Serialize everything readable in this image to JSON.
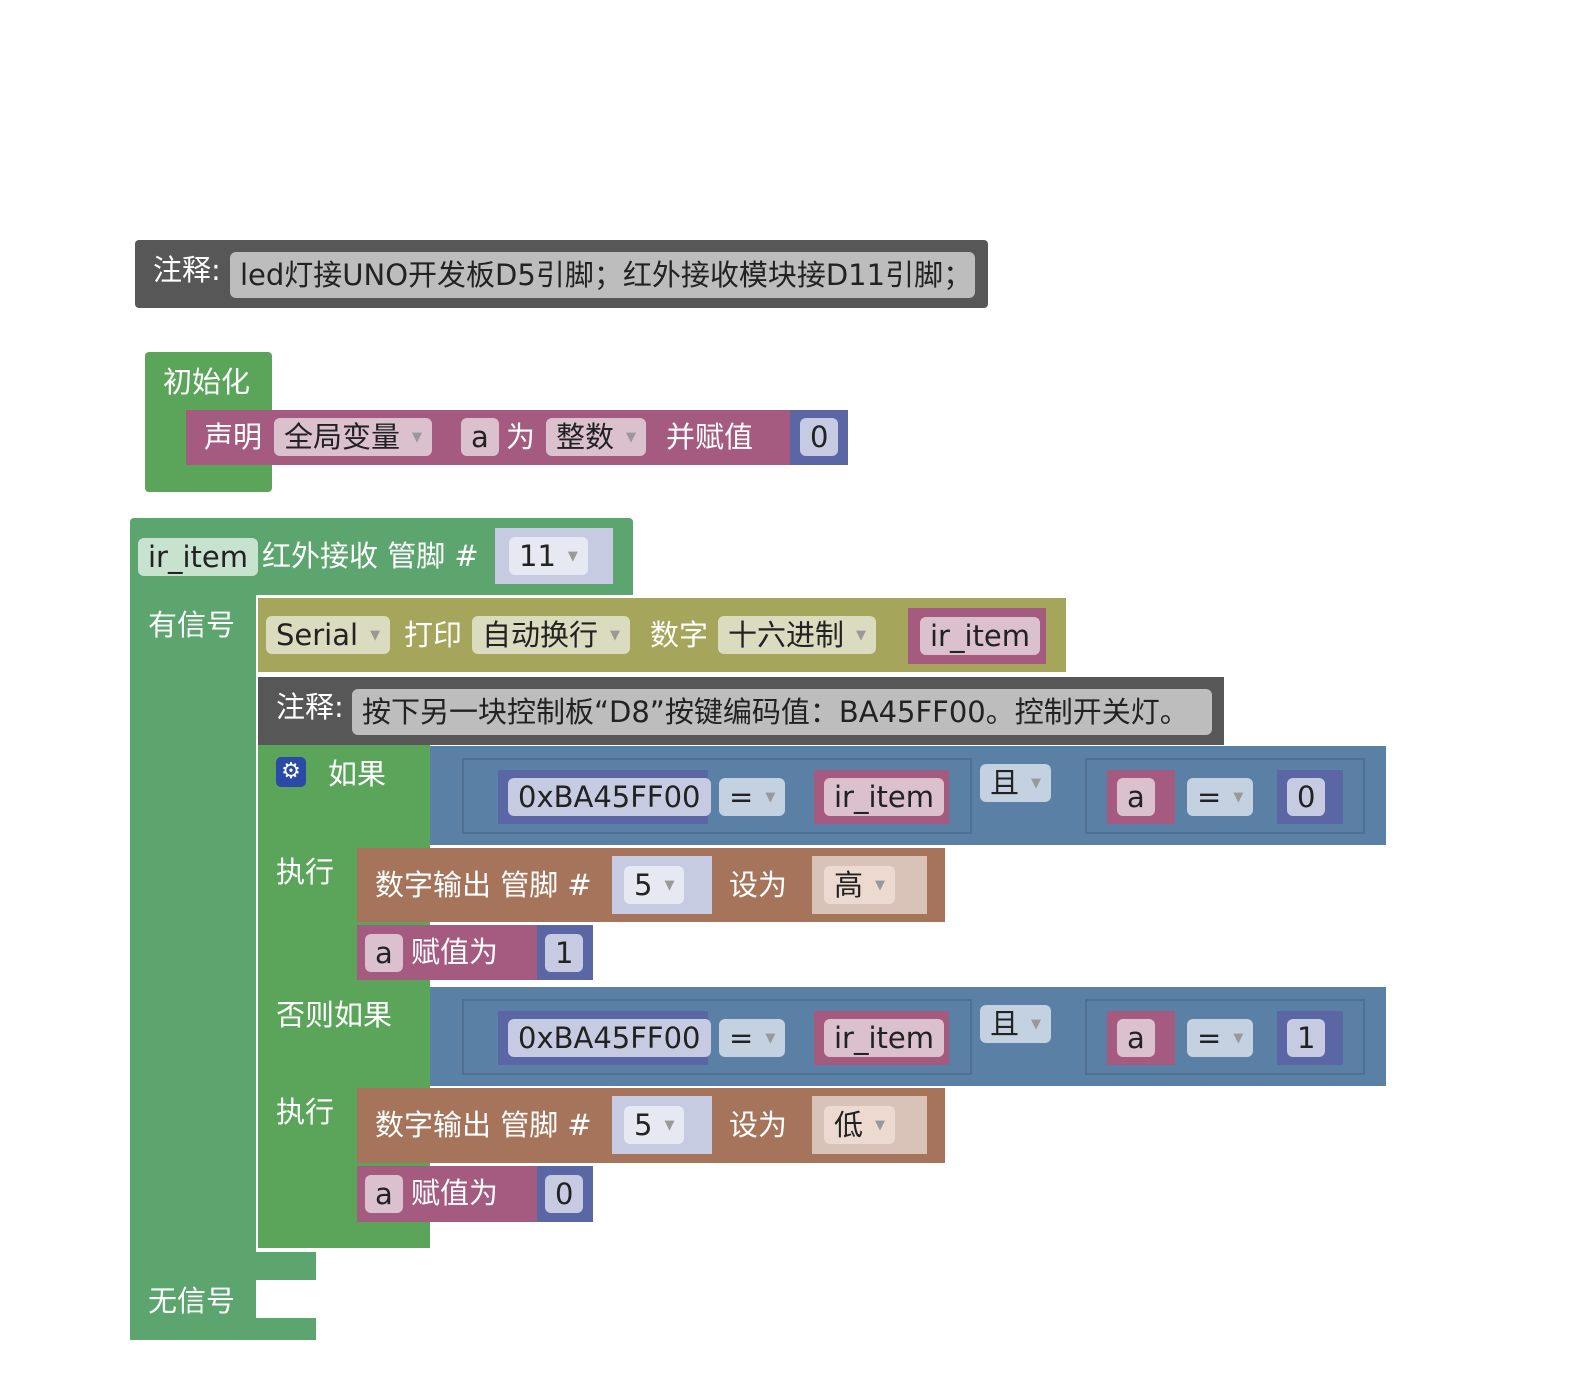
{
  "comment1": {
    "label": "注释:",
    "text": "led灯接UNO开发板D5引脚；红外接收模块接D11引脚；"
  },
  "setup": {
    "label": "初始化",
    "declare": "声明",
    "scope": "全局变量",
    "var": "a",
    "as": "为",
    "type": "整数",
    "assign": "并赋值",
    "value": "0"
  },
  "ir": {
    "var": "ir_item",
    "label": "红外接收 管脚 #",
    "pin": "11",
    "has_signal": "有信号",
    "no_signal": "无信号"
  },
  "serial": {
    "port": "Serial",
    "print": "打印",
    "mode": "自动换行",
    "num": "数字",
    "base": "十六进制",
    "var": "ir_item"
  },
  "comment2": {
    "label": "注释:",
    "text": "按下另一块控制板“D8”按键编码值：BA45FF00。控制开关灯。"
  },
  "if_block": {
    "if": "如果",
    "do": "执行",
    "elseif": "否则如果",
    "do2": "执行"
  },
  "cond1": {
    "hex": "0xBA45FF00",
    "op": "=",
    "var": "ir_item",
    "and": "且",
    "a": "a",
    "op2": "=",
    "val": "0"
  },
  "cond2": {
    "hex": "0xBA45FF00",
    "op": "=",
    "var": "ir_item",
    "and": "且",
    "a": "a",
    "op2": "=",
    "val": "1"
  },
  "out1": {
    "label": "数字输出 管脚 #",
    "pin": "5",
    "set": "设为",
    "level": "高"
  },
  "assign1": {
    "var": "a",
    "label": "赋值为",
    "value": "1"
  },
  "out2": {
    "label": "数字输出 管脚 #",
    "pin": "5",
    "set": "设为",
    "level": "低"
  },
  "assign2": {
    "var": "a",
    "label": "赋值为",
    "value": "0"
  }
}
